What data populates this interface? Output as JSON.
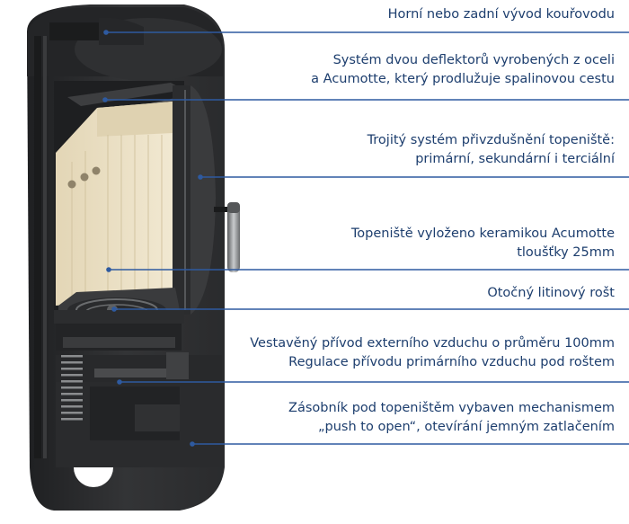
{
  "colors": {
    "label_text": "#1d3e6e",
    "leader_line": "#2e5aa0",
    "stove_body": "#2a2b2d",
    "stove_dark": "#1b1c1d",
    "ceramic_lining": "#ece1c6"
  },
  "callouts": [
    {
      "id": "flue-outlet",
      "lines": [
        "Horní nebo zadní vývod kouřovodu"
      ]
    },
    {
      "id": "deflectors",
      "lines": [
        "Systém dvou deflektorů vyrobených z oceli",
        "a Acumotte, který prodlužuje spalinovou cestu"
      ]
    },
    {
      "id": "air-system",
      "lines": [
        "Trojitý systém přivzdušnění topeniště:",
        "primární, sekundární i terciální"
      ]
    },
    {
      "id": "ceramic-lining",
      "lines": [
        "Topeniště vyloženo keramikou Acumotte",
        "tloušťky 25mm"
      ]
    },
    {
      "id": "cast-iron-grate",
      "lines": [
        "Otočný litinový rošt"
      ]
    },
    {
      "id": "external-air",
      "lines": [
        "Vestavěný přívod externího vzduchu o průměru 100mm",
        "Regulace přívodu primárního vzduchu pod roštem"
      ]
    },
    {
      "id": "storage",
      "lines": [
        "Zásobník pod topeništěm vybaven mechanismem",
        "„push to open“, otevírání jemným zatlačením"
      ]
    }
  ]
}
